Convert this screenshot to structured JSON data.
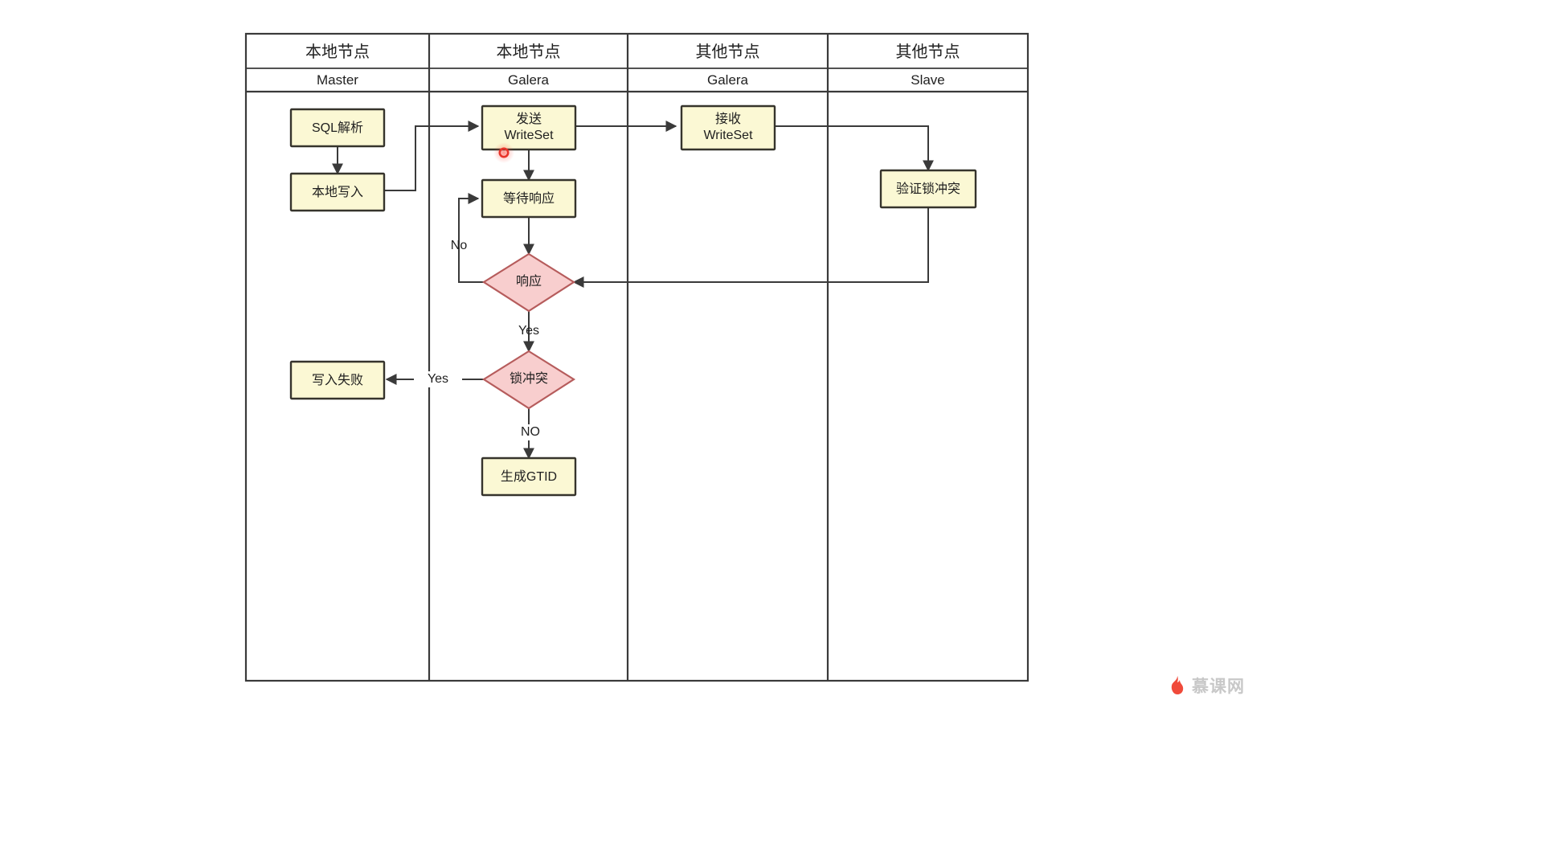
{
  "diagram": {
    "type": "swimlane-flowchart",
    "title_present": false,
    "colors": {
      "process_fill": "#fbf8d4",
      "process_stroke": "#36342c",
      "decision_fill": "#f8cece",
      "decision_stroke": "#b65c5c",
      "lane_stroke": "#3a3a3a",
      "connector": "#3a3a3a",
      "cursor_marker": "#e8342a",
      "watermark": "#c9c9c9"
    },
    "lanes": [
      {
        "title": "本地节点",
        "subtitle": "Master"
      },
      {
        "title": "本地节点",
        "subtitle": "Galera"
      },
      {
        "title": "其他节点",
        "subtitle": "Galera"
      },
      {
        "title": "其他节点",
        "subtitle": "Slave"
      }
    ],
    "nodes": [
      {
        "id": "sql-parse",
        "label": "SQL解析",
        "shape": "process",
        "lane": 0
      },
      {
        "id": "local-write",
        "label": "本地写入",
        "shape": "process",
        "lane": 0
      },
      {
        "id": "write-fail",
        "label": "写入失败",
        "shape": "process",
        "lane": 0
      },
      {
        "id": "send-writeset",
        "label": "发送\nWriteSet",
        "shape": "process",
        "lane": 1
      },
      {
        "id": "wait-response",
        "label": "等待响应",
        "shape": "process",
        "lane": 1
      },
      {
        "id": "response",
        "label": "响应",
        "shape": "decision",
        "lane": 1
      },
      {
        "id": "lock-conflict",
        "label": "锁冲突",
        "shape": "decision",
        "lane": 1
      },
      {
        "id": "gen-gtid",
        "label": "生成GTID",
        "shape": "process",
        "lane": 1
      },
      {
        "id": "recv-writeset",
        "label": "接收\nWriteSet",
        "shape": "process",
        "lane": 2
      },
      {
        "id": "verify-lock",
        "label": "验证锁冲突",
        "shape": "process",
        "lane": 3
      }
    ],
    "edges": [
      {
        "from": "sql-parse",
        "to": "local-write",
        "label": ""
      },
      {
        "from": "local-write",
        "to": "send-writeset",
        "label": ""
      },
      {
        "from": "send-writeset",
        "to": "wait-response",
        "label": ""
      },
      {
        "from": "send-writeset",
        "to": "recv-writeset",
        "label": ""
      },
      {
        "from": "wait-response",
        "to": "response",
        "label": ""
      },
      {
        "from": "response",
        "to": "wait-response",
        "label": "No"
      },
      {
        "from": "response",
        "to": "lock-conflict",
        "label": "Yes"
      },
      {
        "from": "lock-conflict",
        "to": "write-fail",
        "label": "Yes"
      },
      {
        "from": "lock-conflict",
        "to": "gen-gtid",
        "label": "NO"
      },
      {
        "from": "recv-writeset",
        "to": "verify-lock",
        "label": ""
      },
      {
        "from": "verify-lock",
        "to": "response",
        "label": ""
      }
    ],
    "edge_labels": {
      "response_no": "No",
      "response_yes": "Yes",
      "lock_yes": "Yes",
      "lock_no": "NO"
    }
  },
  "watermark": {
    "text": "慕课网"
  }
}
